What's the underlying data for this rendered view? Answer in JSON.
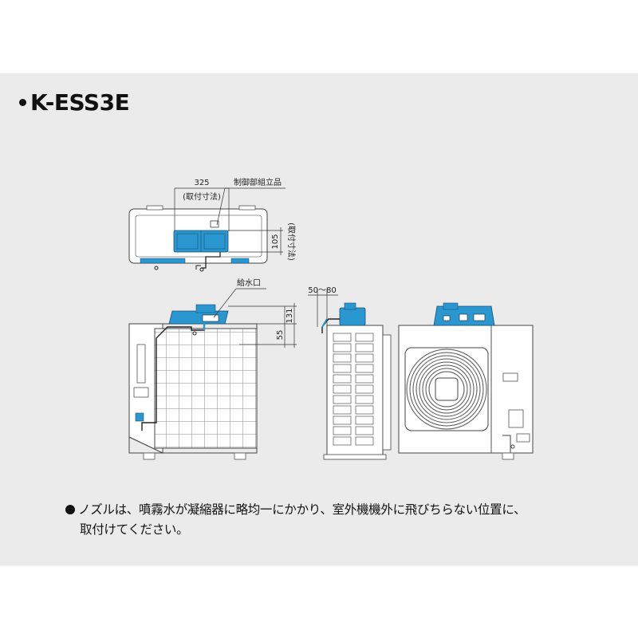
{
  "title": {
    "model": "K-ESS3E"
  },
  "top_view": {
    "width_dim": "325",
    "width_note": "(取付寸法)",
    "part_label": "制御部組立品",
    "height_dim": "105",
    "height_note": "(取付寸法)"
  },
  "front_view": {
    "inlet_label": "給水口",
    "dim_131": "131",
    "dim_55": "55"
  },
  "side_view": {
    "nozzle_range": "50～80"
  },
  "colors": {
    "background_panel": "#ebebeb",
    "unit_blue": "#2b97d0",
    "line": "#333333"
  },
  "note": {
    "line1": "ノズルは、噴霧水が凝縮器に略均一にかかり、室外機機外に飛びちらない位置に、",
    "line2": "取付けてください。"
  }
}
